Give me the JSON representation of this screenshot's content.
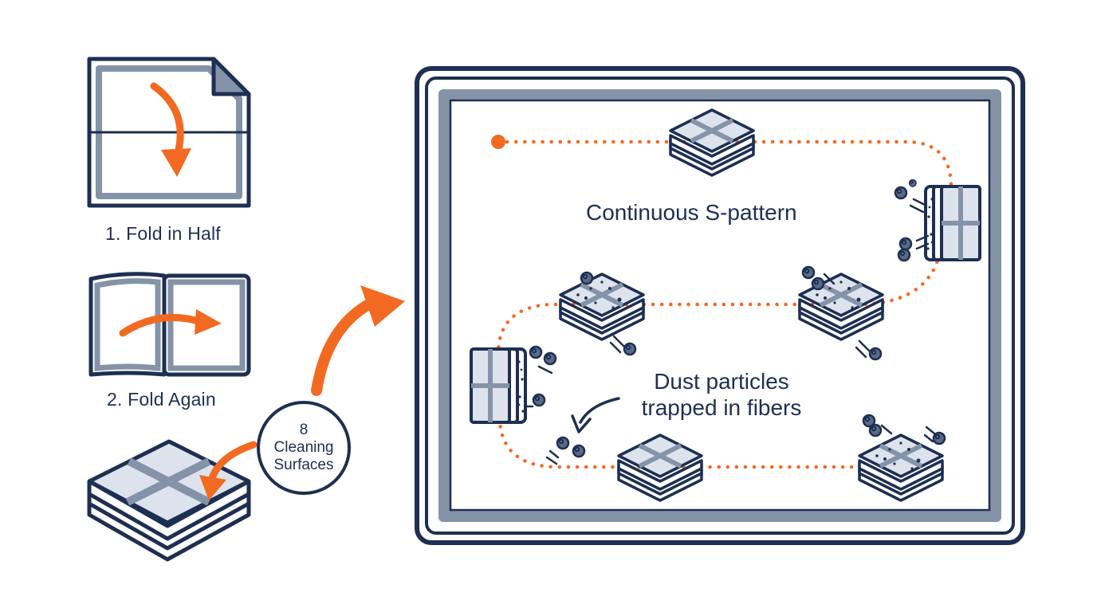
{
  "steps": [
    {
      "label": "1. Fold in Half"
    },
    {
      "label": "2. Fold Again"
    }
  ],
  "badge": {
    "number": "8",
    "line1": "Cleaning",
    "line2": "Surfaces"
  },
  "window": {
    "title": "Continuous S-pattern",
    "note_line1": "Dust particles",
    "note_line2": "trapped in fibers"
  },
  "colors": {
    "navy": "#1d2f52",
    "accent": "#f26a21",
    "frame_gray": "#8493a8",
    "panel_fill": "#dde3ec"
  },
  "icons": [
    "fold-arrow-icon",
    "folded-cloth-icon",
    "dust-particle-icon"
  ]
}
